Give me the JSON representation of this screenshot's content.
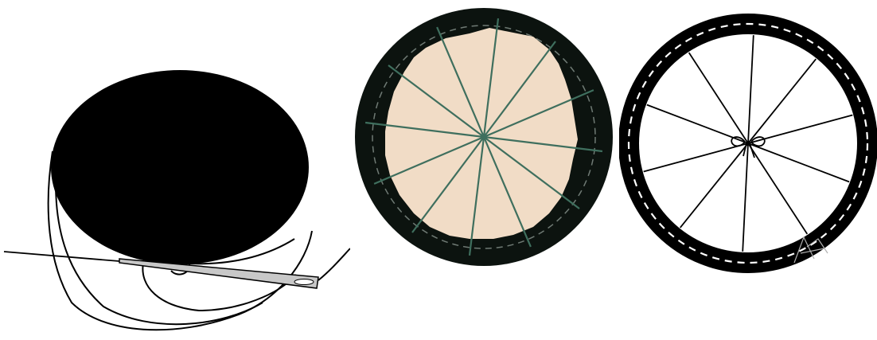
{
  "figure": {
    "panels": [
      {
        "id": "needle-threading",
        "disc_color": "#000000",
        "line_color": "#000000",
        "needle_color": "#c8c8c8"
      },
      {
        "id": "fabric-disc",
        "background_color": "#ffffff",
        "rim_color": "#0c130f",
        "fabric_color": "#f1dcc6",
        "thread_color": "#3f6f5e",
        "spoke_count": 12
      },
      {
        "id": "ring-pattern",
        "ring_color": "#000000",
        "stitch_color": "#ffffff",
        "spoke_count": 10
      }
    ]
  }
}
